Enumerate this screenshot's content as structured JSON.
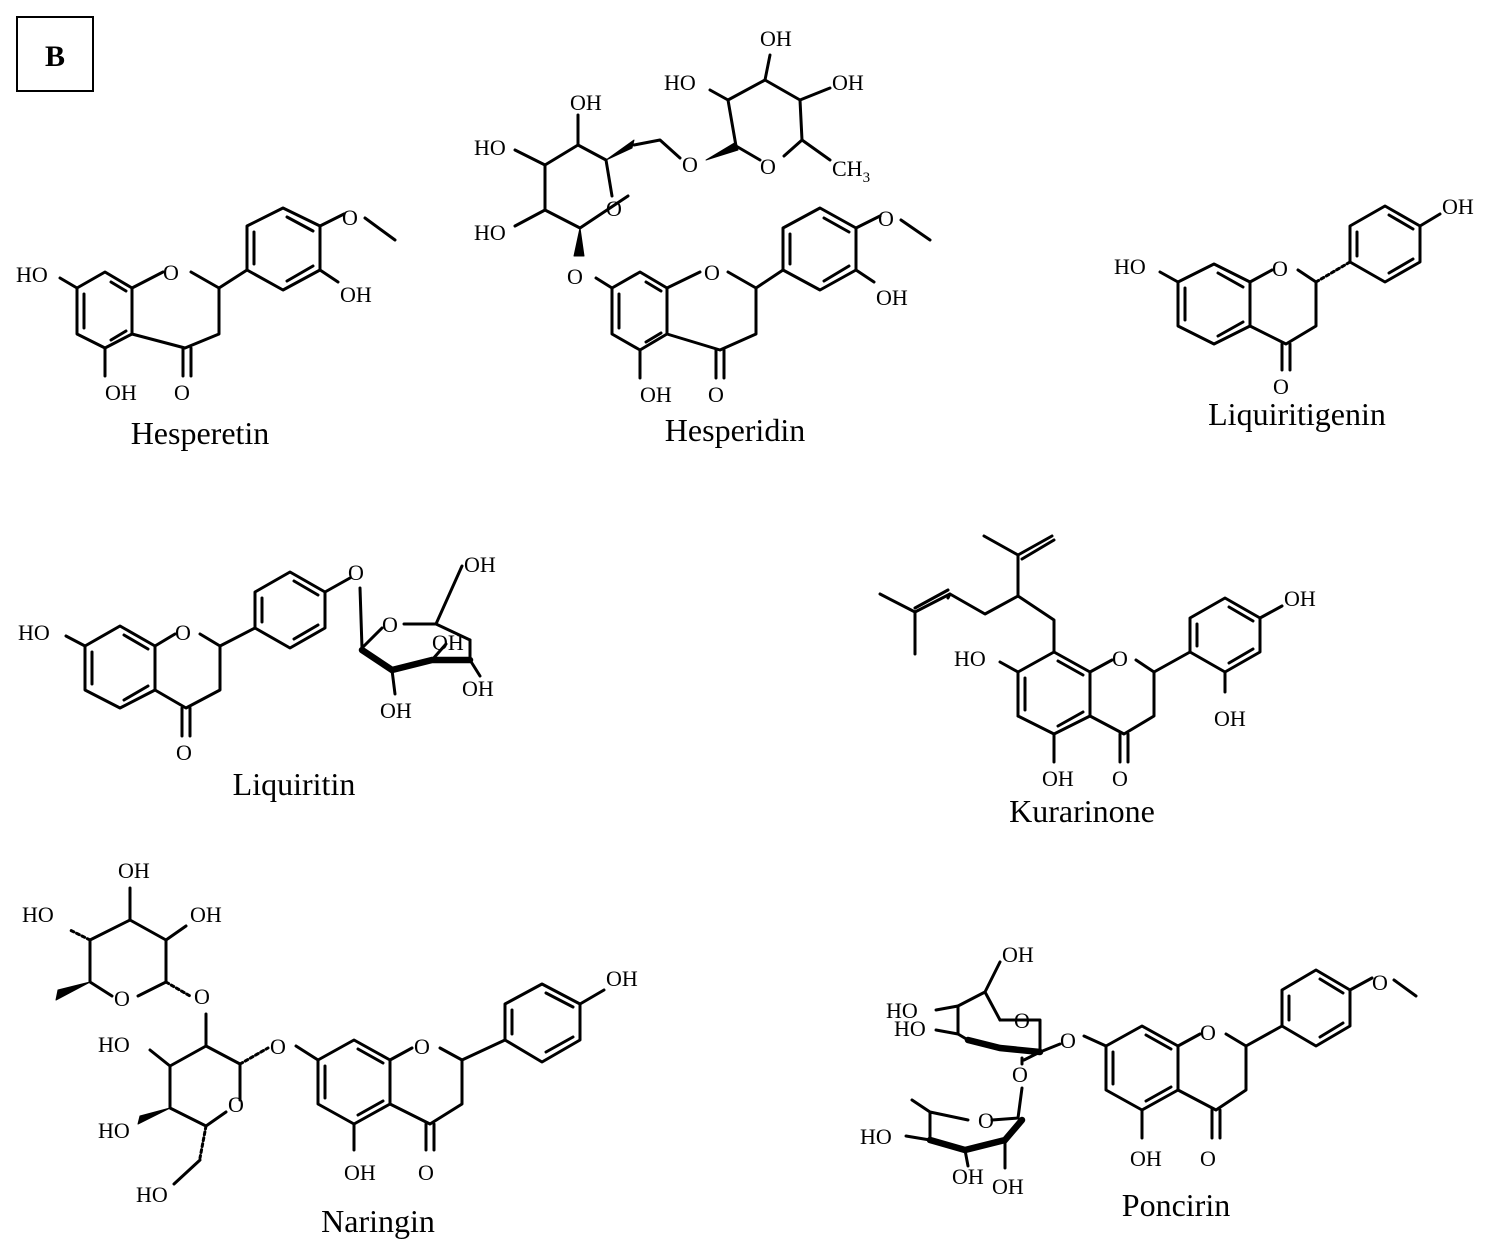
{
  "figure": {
    "panel_label": "B",
    "atom_labels": {
      "HO": "HO",
      "OH": "OH",
      "O": "O",
      "CH": "CH",
      "three": "3"
    },
    "compounds": [
      {
        "id": "hesperetin",
        "name": "Hesperetin"
      },
      {
        "id": "hesperidin",
        "name": "Hesperidin"
      },
      {
        "id": "liquiritigenin",
        "name": "Liquiritigenin"
      },
      {
        "id": "liquiritin",
        "name": "Liquiritin"
      },
      {
        "id": "kurarinone",
        "name": "Kurarinone"
      },
      {
        "id": "naringin",
        "name": "Naringin"
      },
      {
        "id": "poncirin",
        "name": "Poncirin"
      }
    ]
  }
}
